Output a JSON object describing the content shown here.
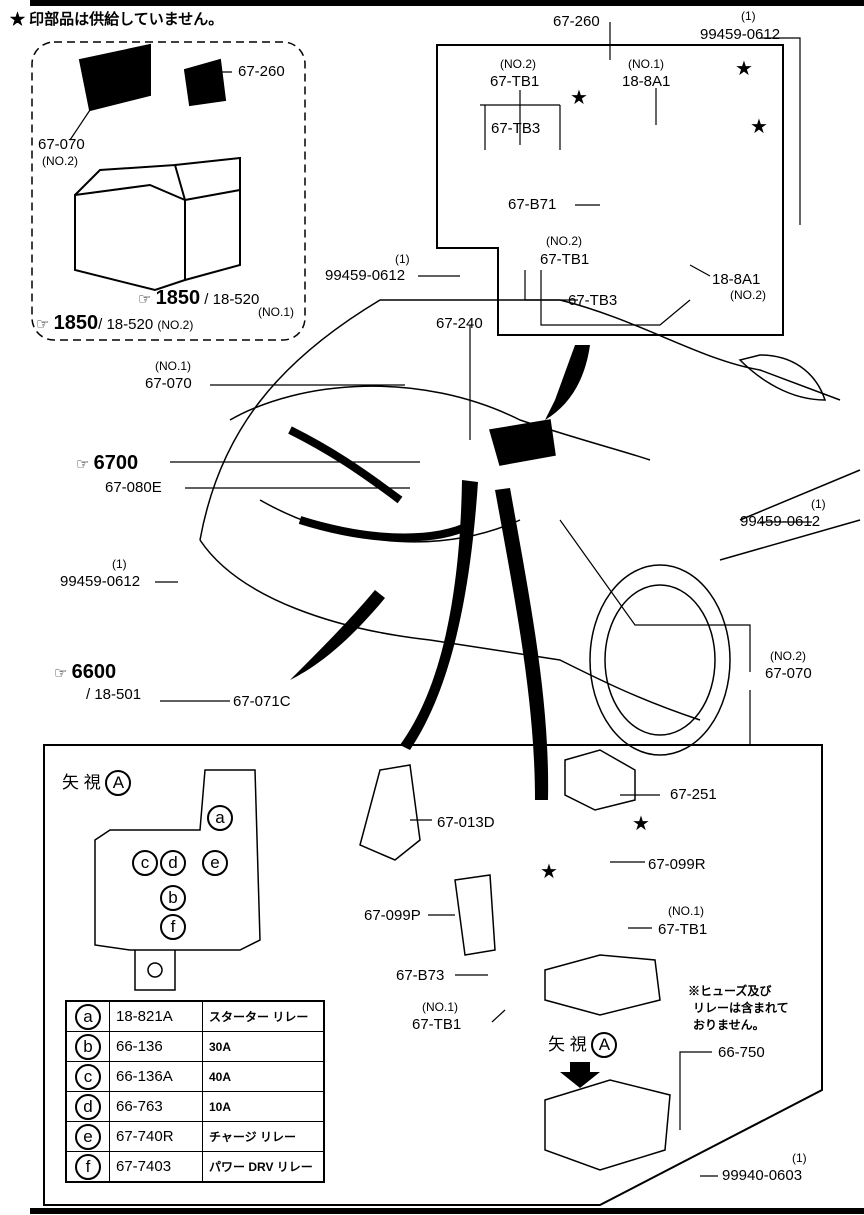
{
  "note": "★ 印部品は供給していません。",
  "labels": {
    "battery_cover_left": "67-260",
    "battery_cable_no2": "67-070",
    "no2": "(NO.2)",
    "no1": "(NO.1)",
    "qty1": "(1)",
    "ref_1850": "1850",
    "ref_18_520": "/ 18-520",
    "cover_top": "67-260",
    "bolt": "99459-0612",
    "tb1": "67-TB1",
    "tb3": "67-TB3",
    "r188a1": "18-8A1",
    "b71": "67-B71",
    "harness_240": "67-240",
    "cable_070": "67-070",
    "ref_6700": "6700",
    "harness_080e": "67-080E",
    "ref_6600": "6600",
    "ref_18_501": "/ 18-501",
    "sensor_071c": "67-071C",
    "cover_251": "67-251",
    "fuse_013d": "67-013D",
    "nut_099r": "67-099R",
    "bracket_099p": "67-099P",
    "b73": "67-B73",
    "view_a": "矢 視",
    "view_a_letter": "A",
    "fusebox": "66-750",
    "nut": "99940-0603",
    "fuse_note_1": "※ヒューズ及び",
    "fuse_note_2": "リレーは含まれて",
    "fuse_note_3": "おりません。"
  },
  "legend": [
    {
      "key": "a",
      "part": "18-821A",
      "desc": "スターター リレー"
    },
    {
      "key": "b",
      "part": "66-136",
      "desc": "30A"
    },
    {
      "key": "c",
      "part": "66-136A",
      "desc": "40A"
    },
    {
      "key": "d",
      "part": "66-763",
      "desc": "10A"
    },
    {
      "key": "e",
      "part": "67-740R",
      "desc": "チャージ リレー"
    },
    {
      "key": "f",
      "part": "67-7403",
      "desc": "パワー DRV リレー"
    }
  ]
}
